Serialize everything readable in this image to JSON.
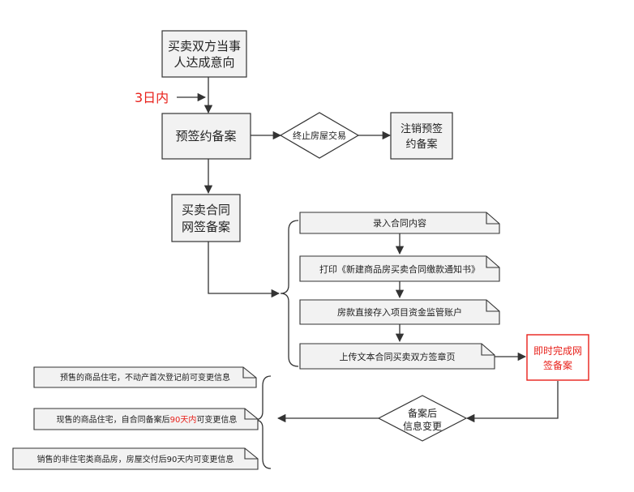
{
  "nodes": {
    "intent": [
      "买卖双方当事",
      "人达成意向"
    ],
    "time_label": "3日内",
    "presign": "预签约备案",
    "terminate": "终止房屋交易",
    "cancel": [
      "注销预签",
      "约备案"
    ],
    "contract": [
      "买卖合同",
      "网签备案"
    ],
    "steps": [
      "录入合同内容",
      "打印《新建商品房买卖合同缴款通知书》",
      "房款直接存入项目资金监管账户",
      "上传文本合同买卖双方签章页"
    ],
    "instant": [
      "即时完成网",
      "签备案"
    ],
    "change": [
      "备案后",
      "信息变更"
    ],
    "rules": [
      {
        "parts": [
          {
            "text": "预售的商品住宅，不动产首次登记前可变更信息",
            "red": false
          }
        ]
      },
      {
        "parts": [
          {
            "text": "现售的商品住宅，自合同备案后",
            "red": false
          },
          {
            "text": "90天内",
            "red": true
          },
          {
            "text": "可变更信息",
            "red": false
          }
        ]
      },
      {
        "parts": [
          {
            "text": "销售的非住宅类商品房，房屋交付后90天内可变更信息",
            "red": false
          }
        ]
      }
    ]
  },
  "colors": {
    "box_fill": "#f2f2f2",
    "stroke": "#333333",
    "red_text": "#e8201a",
    "red_border": "#e8201a"
  }
}
